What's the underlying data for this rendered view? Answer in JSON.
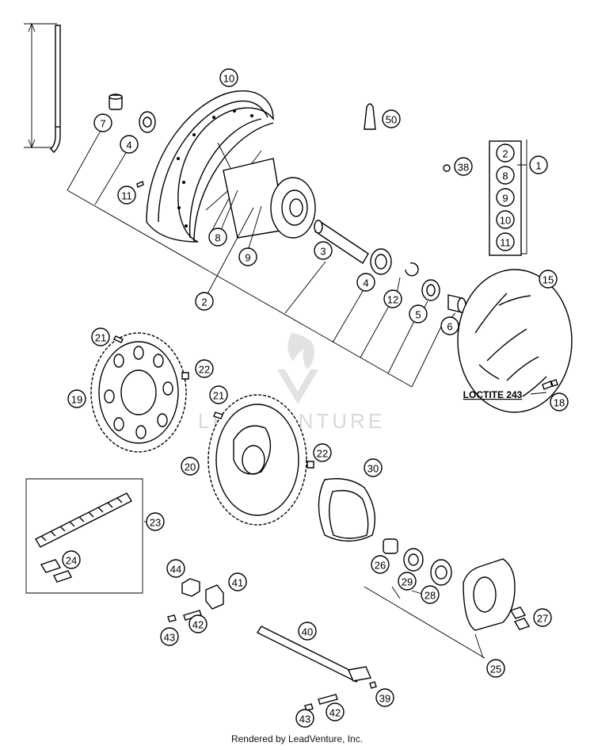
{
  "watermark": "LEADVENTURE",
  "footer": "Rendered by LeadVenture, Inc.",
  "loctite_label": "LOCTITE 243",
  "kit": {
    "main": "1",
    "members": [
      "2",
      "8",
      "9",
      "10",
      "11"
    ]
  },
  "callouts": [
    "2",
    "3",
    "4",
    "4",
    "5",
    "6",
    "7",
    "8",
    "9",
    "10",
    "11",
    "12",
    "15",
    "18",
    "19",
    "20",
    "21",
    "21",
    "22",
    "22",
    "23",
    "24",
    "25",
    "26",
    "27",
    "28",
    "29",
    "30",
    "38",
    "39",
    "40",
    "41",
    "42",
    "42",
    "43",
    "43",
    "44",
    "50"
  ]
}
